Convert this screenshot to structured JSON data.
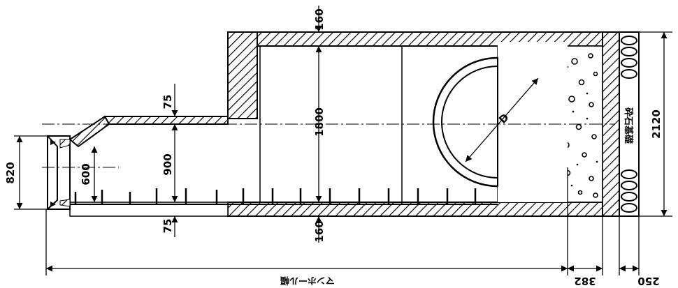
{
  "dimensions": {
    "top_wall": "160",
    "bottom_wall": "160",
    "box_height": "1800",
    "overall_height": "2120",
    "pipe_top_wall": "75",
    "pipe_bottom_wall": "75",
    "pipe_inner": "900",
    "small_pipe_inner": "600",
    "small_pipe_outer": "820",
    "concrete_width": "382",
    "gravel_width": "250",
    "pipe_diameter": "D"
  },
  "labels": {
    "gravel_base": "砕石基礎",
    "total_length": "マンホール幅"
  }
}
